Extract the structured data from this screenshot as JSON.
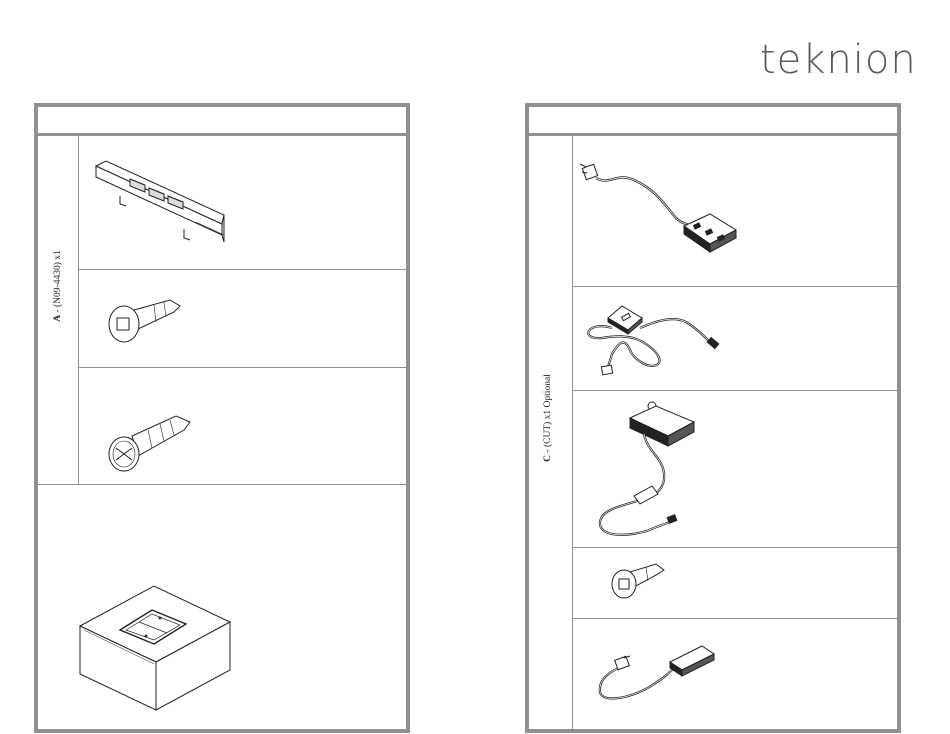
{
  "brand": {
    "logo_text": "teknion"
  },
  "panel_left": {
    "group_label": {
      "letter": "A",
      "text": " - (N09-4430) x1"
    },
    "parts": [
      {
        "icon": "bracket-housing-icon"
      },
      {
        "icon": "screw-square-head-icon"
      },
      {
        "icon": "screw-phillips-icon"
      },
      {
        "icon": "box-enclosure-icon"
      }
    ]
  },
  "panel_right": {
    "group_label": {
      "letter": "C",
      "text": " - (CUT) x1 Optional"
    },
    "parts": [
      {
        "icon": "power-strip-cord-icon"
      },
      {
        "icon": "usb-charger-cable-icon"
      },
      {
        "icon": "power-module-cable-icon"
      },
      {
        "icon": "screw-square-head-icon"
      },
      {
        "icon": "connector-cable-icon"
      }
    ]
  }
}
